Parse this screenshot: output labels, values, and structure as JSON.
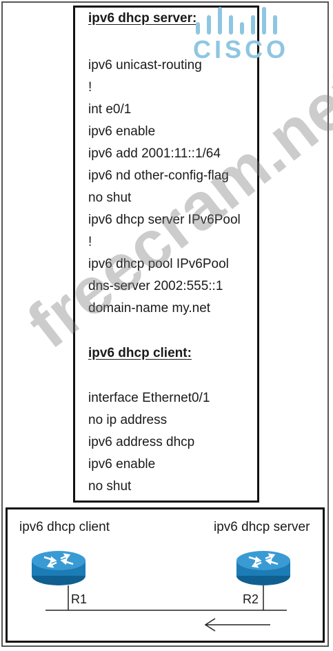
{
  "server_section": {
    "heading": "ipv6 dhcp server:",
    "lines": [
      "ipv6 unicast-routing",
      "!",
      "int e0/1",
      "ipv6 enable",
      "ipv6 add 2001:11::1/64",
      "ipv6 nd other-config-flag",
      "no shut",
      "ipv6 dhcp server IPv6Pool",
      "!",
      "ipv6 dhcp pool IPv6Pool",
      "dns-server 2002:555::1",
      "domain-name my.net"
    ]
  },
  "client_section": {
    "heading": "ipv6 dhcp client:",
    "lines": [
      "interface Ethernet0/1",
      "no ip address",
      "ipv6 address dhcp",
      "ipv6 enable",
      "no shut"
    ]
  },
  "logo": {
    "text": "CISCO",
    "color": "#8ec6e2"
  },
  "watermark": {
    "text": "freecram.net"
  },
  "diagram": {
    "left_role": "ipv6 dhcp client",
    "right_role": "ipv6 dhcp server",
    "left_router": "R1",
    "right_router": "R2",
    "router_color": "#1c7cb6"
  }
}
